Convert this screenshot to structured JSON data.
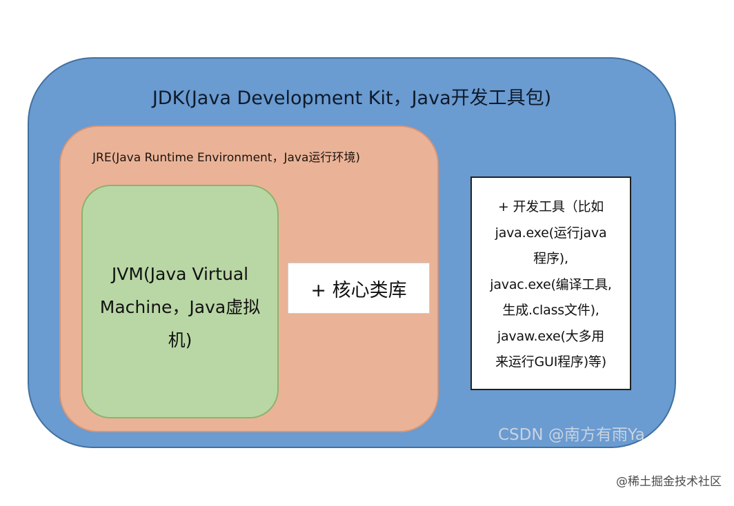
{
  "diagram": {
    "jdk_label": "JDK(Java Development Kit，Java开发工具包)",
    "jre_label": "JRE(Java Runtime Environment，Java运行环境)",
    "jvm_label": "JVM(Java Virtual Machine，Java虚拟机)",
    "core_label": "+ 核心类库",
    "tools_lines": [
      "+ 开发工具（比如",
      "java.exe(运行java",
      "程序),",
      "javac.exe(编译工具,",
      "生成.class文件),",
      "javaw.exe(大多用",
      "来运行GUI程序)等)"
    ]
  },
  "watermark": {
    "text": "CSDN @南方有雨Ya"
  },
  "footer": {
    "text": "@稀土掘金技术社区"
  },
  "colors": {
    "jdk_fill": "#6a9bd1",
    "jre_fill": "#eab397",
    "jvm_fill": "#b9d7a5",
    "box_fill": "#ffffff"
  }
}
